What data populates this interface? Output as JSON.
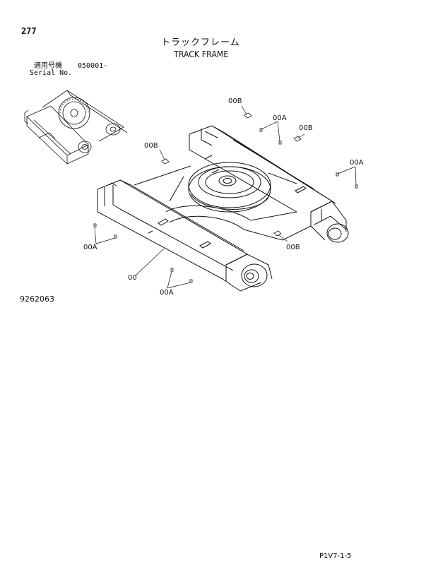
{
  "header": {
    "page_number": "277",
    "title_jp": "トラックフレーム",
    "title_en": "TRACK FRAME",
    "serial_label_jp": "適用号機",
    "serial_range": "050001-",
    "serial_label_en": "Serial No."
  },
  "callouts": {
    "c1": "00B",
    "c2": "00A",
    "c3": "00B",
    "c4": "00B",
    "c5": "00A",
    "c6": "00A",
    "c7": "00B",
    "c8": "00",
    "c9": "00A"
  },
  "footer": {
    "drawing_id": "9262063",
    "page_ref": "P1V7-1-5"
  }
}
